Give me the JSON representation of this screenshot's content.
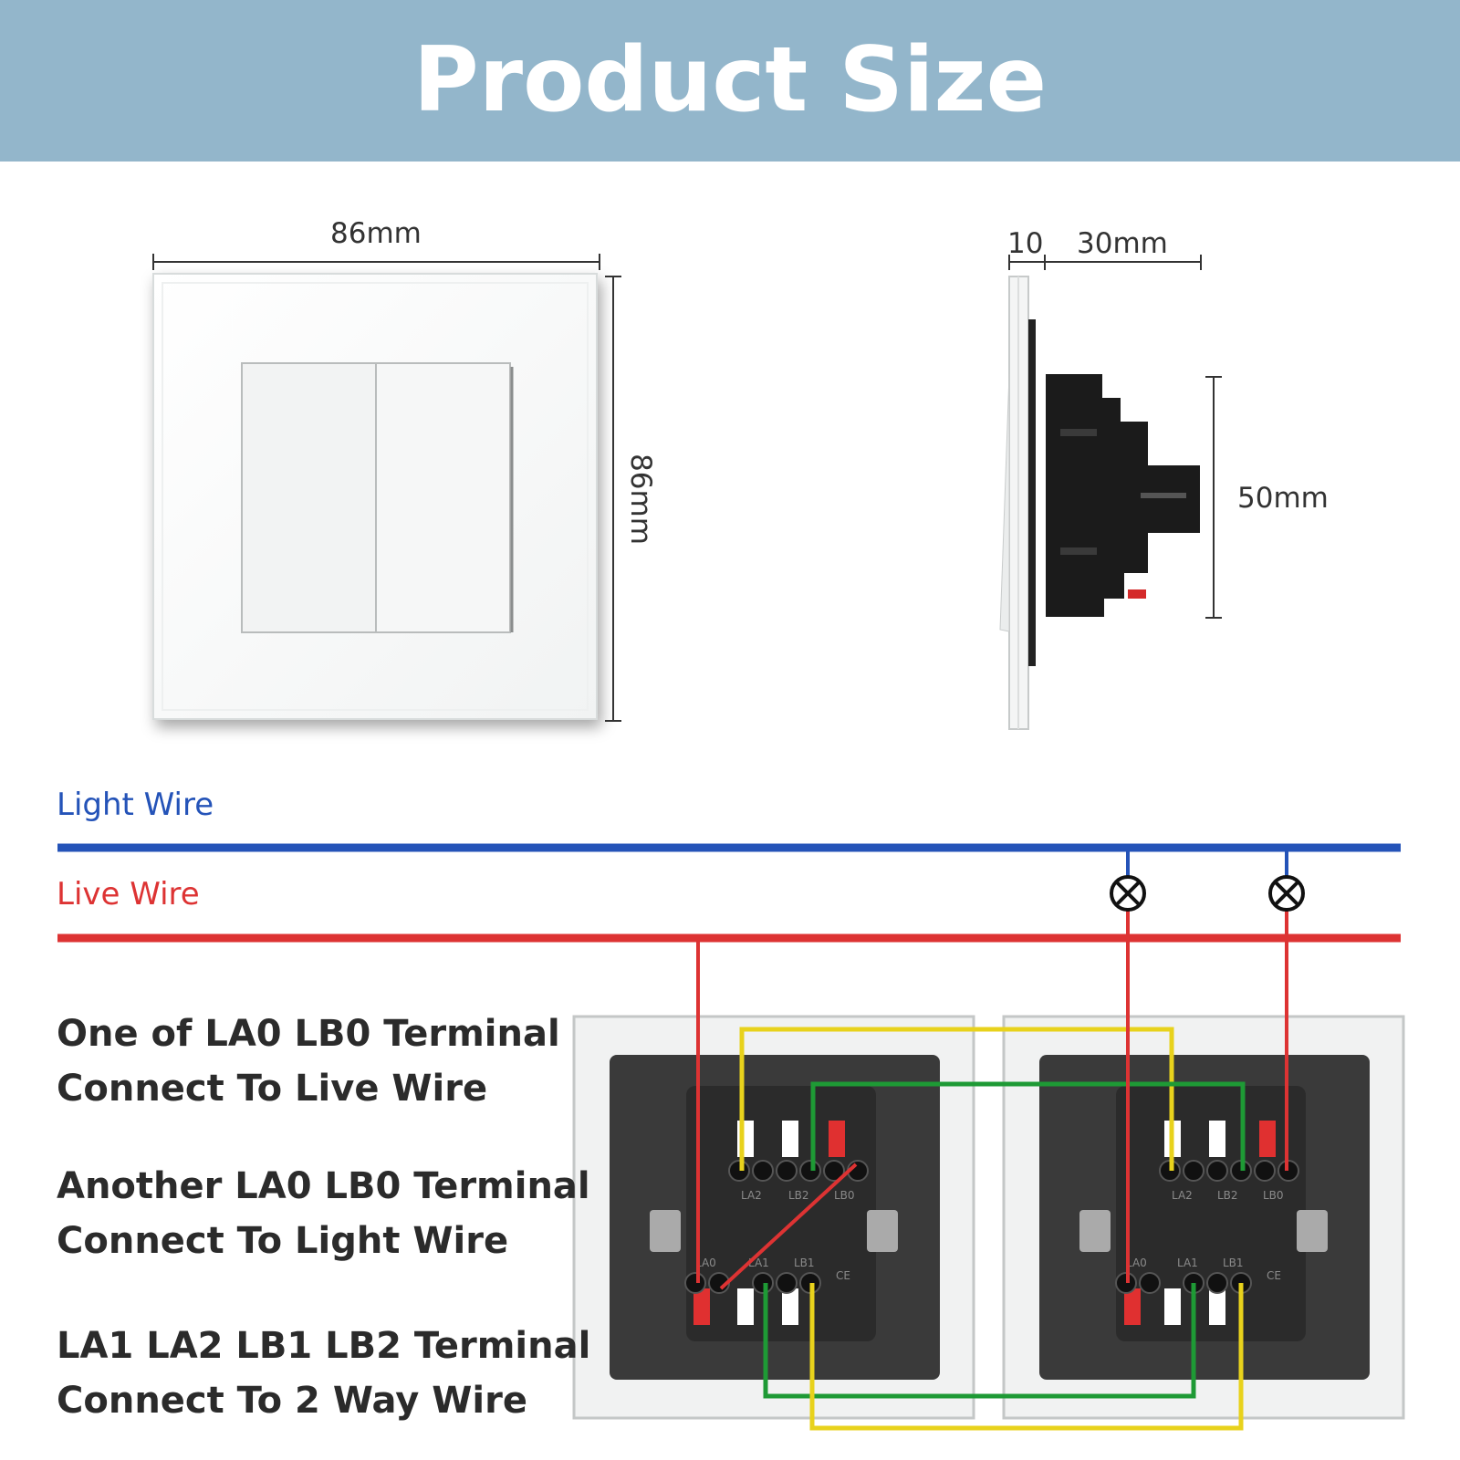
{
  "header": {
    "title": "Product Size"
  },
  "dimensions": {
    "front_width": "86mm",
    "front_height": "86mm",
    "side_front_depth": "10",
    "side_back_depth": "30mm",
    "side_height": "50mm"
  },
  "wires": {
    "light_label": "Light Wire",
    "live_label": "Live Wire",
    "colors": {
      "light": "#2453b8",
      "live": "#dd3333",
      "yellow": "#e8d21c",
      "green": "#1e9a35"
    }
  },
  "terminals": {
    "la2": "LA2",
    "lb2": "LB2",
    "lb0": "LB0",
    "la0": "LA0",
    "la1": "LA1",
    "lb1": "LB1",
    "ce": "CE"
  },
  "instructions": {
    "line1a": "One of LA0 LB0 Terminal",
    "line1b": "Connect To Live Wire",
    "line2a": "Another LA0 LB0 Terminal",
    "line2b": "Connect To Light Wire",
    "line3a": "LA1 LA2 LB1 LB2 Terminal",
    "line3b": "Connect To 2 Way Wire"
  }
}
